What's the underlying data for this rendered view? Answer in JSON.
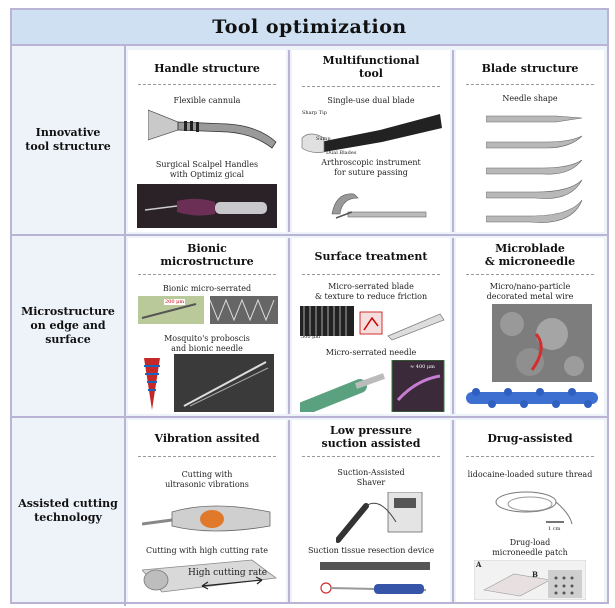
{
  "title": "Tool optimization",
  "rows": [
    {
      "label": "Innovative\ntool structure",
      "cells": [
        {
          "title": "Handle structure",
          "captions": [
            "Flexible cannula",
            "Surgical Scalpel Handles\nwith Optimiz gical"
          ]
        },
        {
          "title": "Multifunctional\ntool",
          "captions": [
            "Single-use dual blade",
            "Arthroscopic instrument\nfor suture passing"
          ],
          "labels": [
            "Sharp Tip",
            "Sump",
            "Dual Blades"
          ]
        },
        {
          "title": "Blade structure",
          "captions": [
            "Needle shape"
          ]
        }
      ]
    },
    {
      "label": "Microstructure\non edge and surface",
      "cells": [
        {
          "title": "Bionic\nmicrostructure",
          "captions": [
            "Bionic micro-serrated",
            "Mosquito's proboscis\nand bionic needle"
          ],
          "labels": [
            "200 μm"
          ]
        },
        {
          "title": "Surface treatment",
          "captions": [
            "Micro-serrated blade\n& texture to reduce friction",
            "Micro-serrated needle"
          ],
          "labels": [
            "500 μm",
            "≈ 400 μm"
          ]
        },
        {
          "title": "Microblade\n& microneedle",
          "captions": [
            "Micro/nano-particle\ndecorated metal wire"
          ]
        }
      ]
    },
    {
      "label": "Assisted cutting\ntechnology",
      "cells": [
        {
          "title": "Vibration assited",
          "captions": [
            "Cutting with\nultrasonic vibrations",
            "Cutting with high cutting rate"
          ],
          "labels": [
            "High cutting rate"
          ]
        },
        {
          "title": "Low pressure\nsuction assisted",
          "captions": [
            "Suction-Assisted\nShaver",
            "Suction tissue resection device"
          ]
        },
        {
          "title": "Drug-assisted",
          "captions": [
            "lidocaine-loaded suture thread",
            "Drug-load\nmicroneedle patch"
          ],
          "labels": [
            "1 cm",
            "A",
            "B"
          ]
        }
      ]
    }
  ],
  "colors": {
    "frame": "#b9b4d6",
    "title_bg": "#cfe0f2",
    "label_bg": "#eef3fa"
  }
}
